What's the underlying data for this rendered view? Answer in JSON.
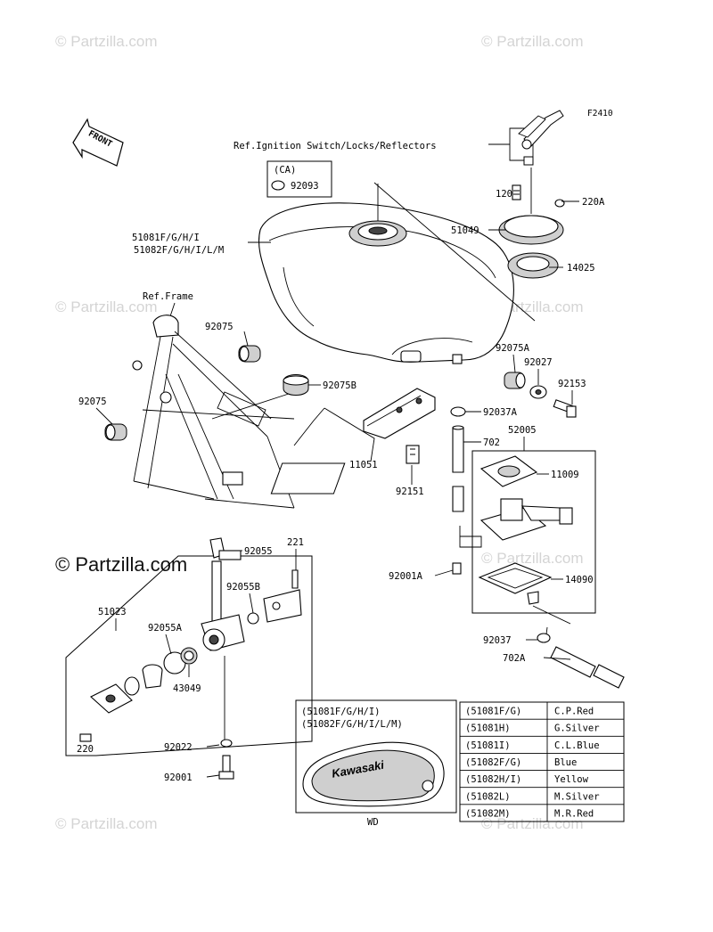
{
  "figure_code": "F2410",
  "watermark_text": "© Partzilla.com",
  "front_arrow_label": "FRONT",
  "wd_label": "WD",
  "reference_labels": {
    "ignition": "Ref.Ignition Switch/Locks/Reflectors",
    "frame": "Ref.Frame"
  },
  "ca_box": {
    "title": "(CA)",
    "part": "92093"
  },
  "tank_labels": [
    "51081F/G/H/I",
    "51082F/G/H/I/L/M"
  ],
  "part_numbers": {
    "p120": "120",
    "p220A": "220A",
    "p51049": "51049",
    "p14025": "14025",
    "p92075_upper": "92075",
    "p92075_left": "92075",
    "p92075B": "92075B",
    "p92075A": "92075A",
    "p92027": "92027",
    "p92153": "92153",
    "p92037A": "92037A",
    "p702": "702",
    "p52005": "52005",
    "p11009": "11009",
    "p11051": "11051",
    "p92151": "92151",
    "p92001A": "92001A",
    "p14090": "14090",
    "p92037": "92037",
    "p702A": "702A",
    "p92055": "92055",
    "p221": "221",
    "p92055B": "92055B",
    "p51023": "51023",
    "p92055A": "92055A",
    "p43049": "43049",
    "p220": "220",
    "p92022": "92022",
    "p92001": "92001"
  },
  "decal_box": {
    "lines": [
      "(51081F/G/H/I)",
      "(51082F/G/H/I/L/M)"
    ],
    "brand": "Kawasaki"
  },
  "color_table": [
    {
      "code": "(51081F/G)",
      "color": "C.P.Red"
    },
    {
      "code": "(51081H)",
      "color": "G.Silver"
    },
    {
      "code": "(51081I)",
      "color": "C.L.Blue"
    },
    {
      "code": "(51082F/G)",
      "color": "Blue"
    },
    {
      "code": "(51082H/I)",
      "color": "Yellow"
    },
    {
      "code": "(51082L)",
      "color": "M.Silver"
    },
    {
      "code": "(51082M)",
      "color": "M.R.Red"
    }
  ]
}
